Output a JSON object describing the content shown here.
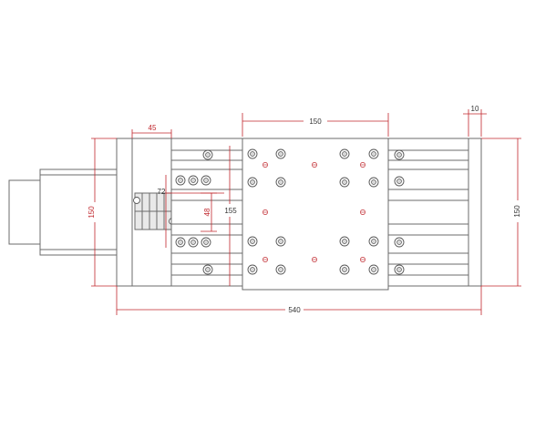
{
  "colors": {
    "outline": "#6b6b6b",
    "dimension": "#c0272d",
    "dimension_text": "#333333",
    "background": "#ffffff"
  },
  "dimensions": {
    "plate_width": "150",
    "end_block_width": "10",
    "motor_block_width": "45",
    "left_height": "150",
    "right_height": "150",
    "inner_height": "155",
    "mount_width": "72",
    "mount_height": "48",
    "total_length": "540"
  }
}
